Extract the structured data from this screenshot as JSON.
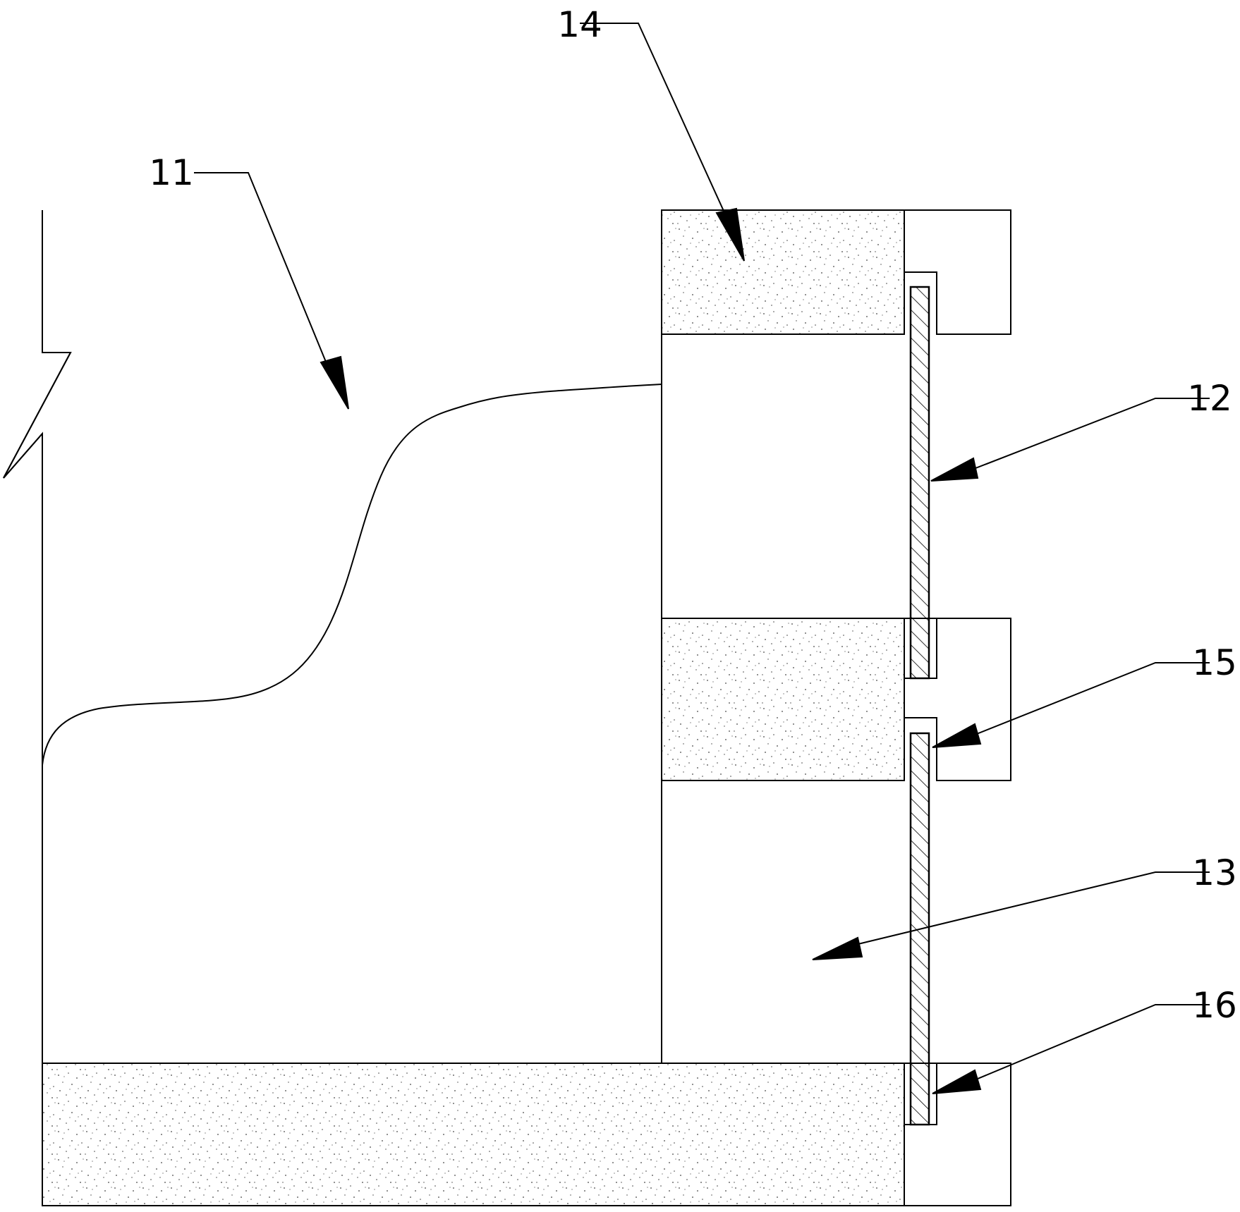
{
  "labels": {
    "ref_11": "11",
    "ref_12": "12",
    "ref_13": "13",
    "ref_14": "14",
    "ref_15": "15",
    "ref_16": "16"
  },
  "colors": {
    "line": "#000000",
    "background": "#ffffff"
  }
}
